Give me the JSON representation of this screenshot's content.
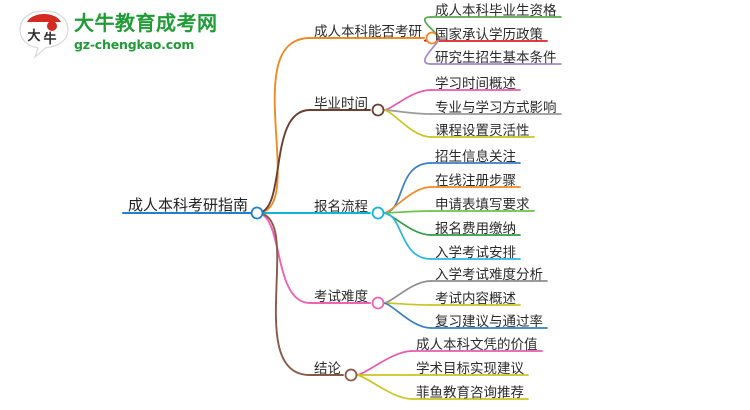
{
  "logo": {
    "mark_text": "大牛",
    "brand_cn": "大牛教育成考网",
    "brand_url": "gz-chengkao.com",
    "brand_color": "#1f9c36",
    "mark_accent_color": "#d32a22"
  },
  "mindmap": {
    "root": {
      "label": "成人本科考研指南",
      "line_color": "#1f7fd0",
      "node_color": "#1f7fd0"
    },
    "branches": [
      {
        "label": "成人本科能否考研",
        "color": "#ef8b25",
        "children": [
          {
            "label": "成人本科毕业生资格",
            "color": "#5aa84f"
          },
          {
            "label": "国家承认学历政策",
            "color": "#e02020"
          },
          {
            "label": "研究生招生基本条件",
            "color": "#a888d0"
          }
        ]
      },
      {
        "label": "毕业时间",
        "color": "#6b4032",
        "children": [
          {
            "label": "学习时间概述",
            "color": "#e85ab0"
          },
          {
            "label": "专业与学习方式影响",
            "color": "#9a9a9a"
          },
          {
            "label": "课程设置灵活性",
            "color": "#c9c522"
          }
        ]
      },
      {
        "label": "报名流程",
        "color": "#12b6d4",
        "children": [
          {
            "label": "招生信息关注",
            "color": "#3a7fc1"
          },
          {
            "label": "在线注册步骤",
            "color": "#f08a24"
          },
          {
            "label": "申请表填写要求",
            "color": "#6cc24a"
          },
          {
            "label": "报名费用缴纳",
            "color": "#2f9e44"
          },
          {
            "label": "入学考试安排",
            "color": "#2bb6e0"
          }
        ]
      },
      {
        "label": "考试难度",
        "color": "#ee63b4",
        "children": [
          {
            "label": "入学考试难度分析",
            "color": "#8e8e8e"
          },
          {
            "label": "考试内容概述",
            "color": "#c9c522"
          },
          {
            "label": "复习建议与通过率",
            "color": "#3a7fc1"
          }
        ]
      },
      {
        "label": "结论",
        "color": "#8a5a48",
        "children": [
          {
            "label": "成人本科文凭的价值",
            "color": "#e85ab0"
          },
          {
            "label": "学术目标实现建议",
            "color": "#c9c522"
          },
          {
            "label": "菲鱼教育咨询推荐",
            "color": "#c9c522"
          }
        ]
      }
    ]
  }
}
